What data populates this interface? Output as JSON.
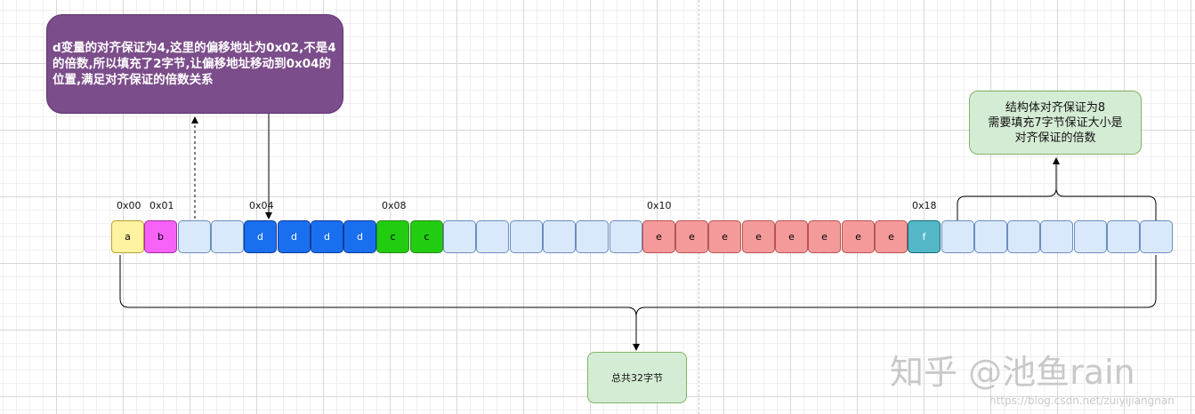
{
  "notes": {
    "purple_text": "d变量的对齐保证为4,这里的偏移地址为0x02,不是4的倍数,所以填充了2字节,让偏移地址移动到0x04的位置,满足对齐保证的倍数关系",
    "green_text": "结构体对齐保证为8\n需要填充7字节保证大小是\n对齐保证的倍数",
    "total": "总共32字节"
  },
  "addresses": [
    "0x00",
    "0x01",
    "0x04",
    "0x08",
    "0x10",
    "0x18"
  ],
  "cells": [
    {
      "label": "a",
      "kind": "a"
    },
    {
      "label": "b",
      "kind": "b"
    },
    {
      "label": "",
      "kind": "pad"
    },
    {
      "label": "",
      "kind": "pad"
    },
    {
      "label": "d",
      "kind": "d"
    },
    {
      "label": "d",
      "kind": "d"
    },
    {
      "label": "d",
      "kind": "d"
    },
    {
      "label": "d",
      "kind": "d"
    },
    {
      "label": "c",
      "kind": "c"
    },
    {
      "label": "c",
      "kind": "c"
    },
    {
      "label": "",
      "kind": "pad"
    },
    {
      "label": "",
      "kind": "pad"
    },
    {
      "label": "",
      "kind": "pad"
    },
    {
      "label": "",
      "kind": "pad"
    },
    {
      "label": "",
      "kind": "pad"
    },
    {
      "label": "",
      "kind": "pad"
    },
    {
      "label": "e",
      "kind": "e"
    },
    {
      "label": "e",
      "kind": "e"
    },
    {
      "label": "e",
      "kind": "e"
    },
    {
      "label": "e",
      "kind": "e"
    },
    {
      "label": "e",
      "kind": "e"
    },
    {
      "label": "e",
      "kind": "e"
    },
    {
      "label": "e",
      "kind": "e"
    },
    {
      "label": "e",
      "kind": "e"
    },
    {
      "label": "f",
      "kind": "f"
    },
    {
      "label": "",
      "kind": "pad"
    },
    {
      "label": "",
      "kind": "pad"
    },
    {
      "label": "",
      "kind": "pad"
    },
    {
      "label": "",
      "kind": "pad"
    },
    {
      "label": "",
      "kind": "pad"
    },
    {
      "label": "",
      "kind": "pad"
    },
    {
      "label": "",
      "kind": "pad"
    }
  ],
  "colors": {
    "a": "#fff2a0",
    "b": "#f562f5",
    "pad": "#dae8fc",
    "d": "#1a6ff0",
    "c": "#22cc11",
    "e": "#f59a9a",
    "f": "#54b7c7"
  },
  "watermark": {
    "logo": "知乎 @池鱼rain",
    "url": "https://blog.csdn.net/zuiyijiangnan"
  }
}
